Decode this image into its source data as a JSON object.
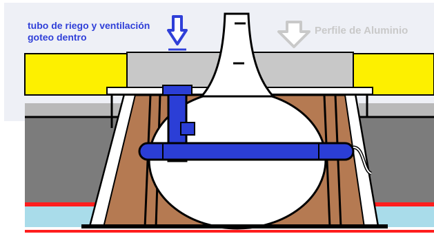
{
  "labels": {
    "irrigation_tube_line1": "tubo de riego y ventilación",
    "irrigation_tube_line2": "goteo dentro",
    "aluminum_profile": "Perfile de Aluminio"
  },
  "colors": {
    "background": "#ffffff",
    "panel": "#eef0f6",
    "yellow_layer": "#fdf000",
    "gray_layer": "#b9b9b9",
    "dark_gray_layer": "#7c7c7c",
    "red_line": "#ff1e1e",
    "light_blue_layer": "#a9dcea",
    "light_gray_top": "#c8c8c8",
    "brown_soil": "#b57a52",
    "tube_blue": "#2b3ed6",
    "arrow_blue": "#2f3fd8",
    "arrow_gray": "#c9c9c9",
    "outline": "#000000"
  },
  "icons": {
    "down_arrow_blue": "down-arrow-icon",
    "down_arrow_gray": "down-arrow-icon"
  }
}
